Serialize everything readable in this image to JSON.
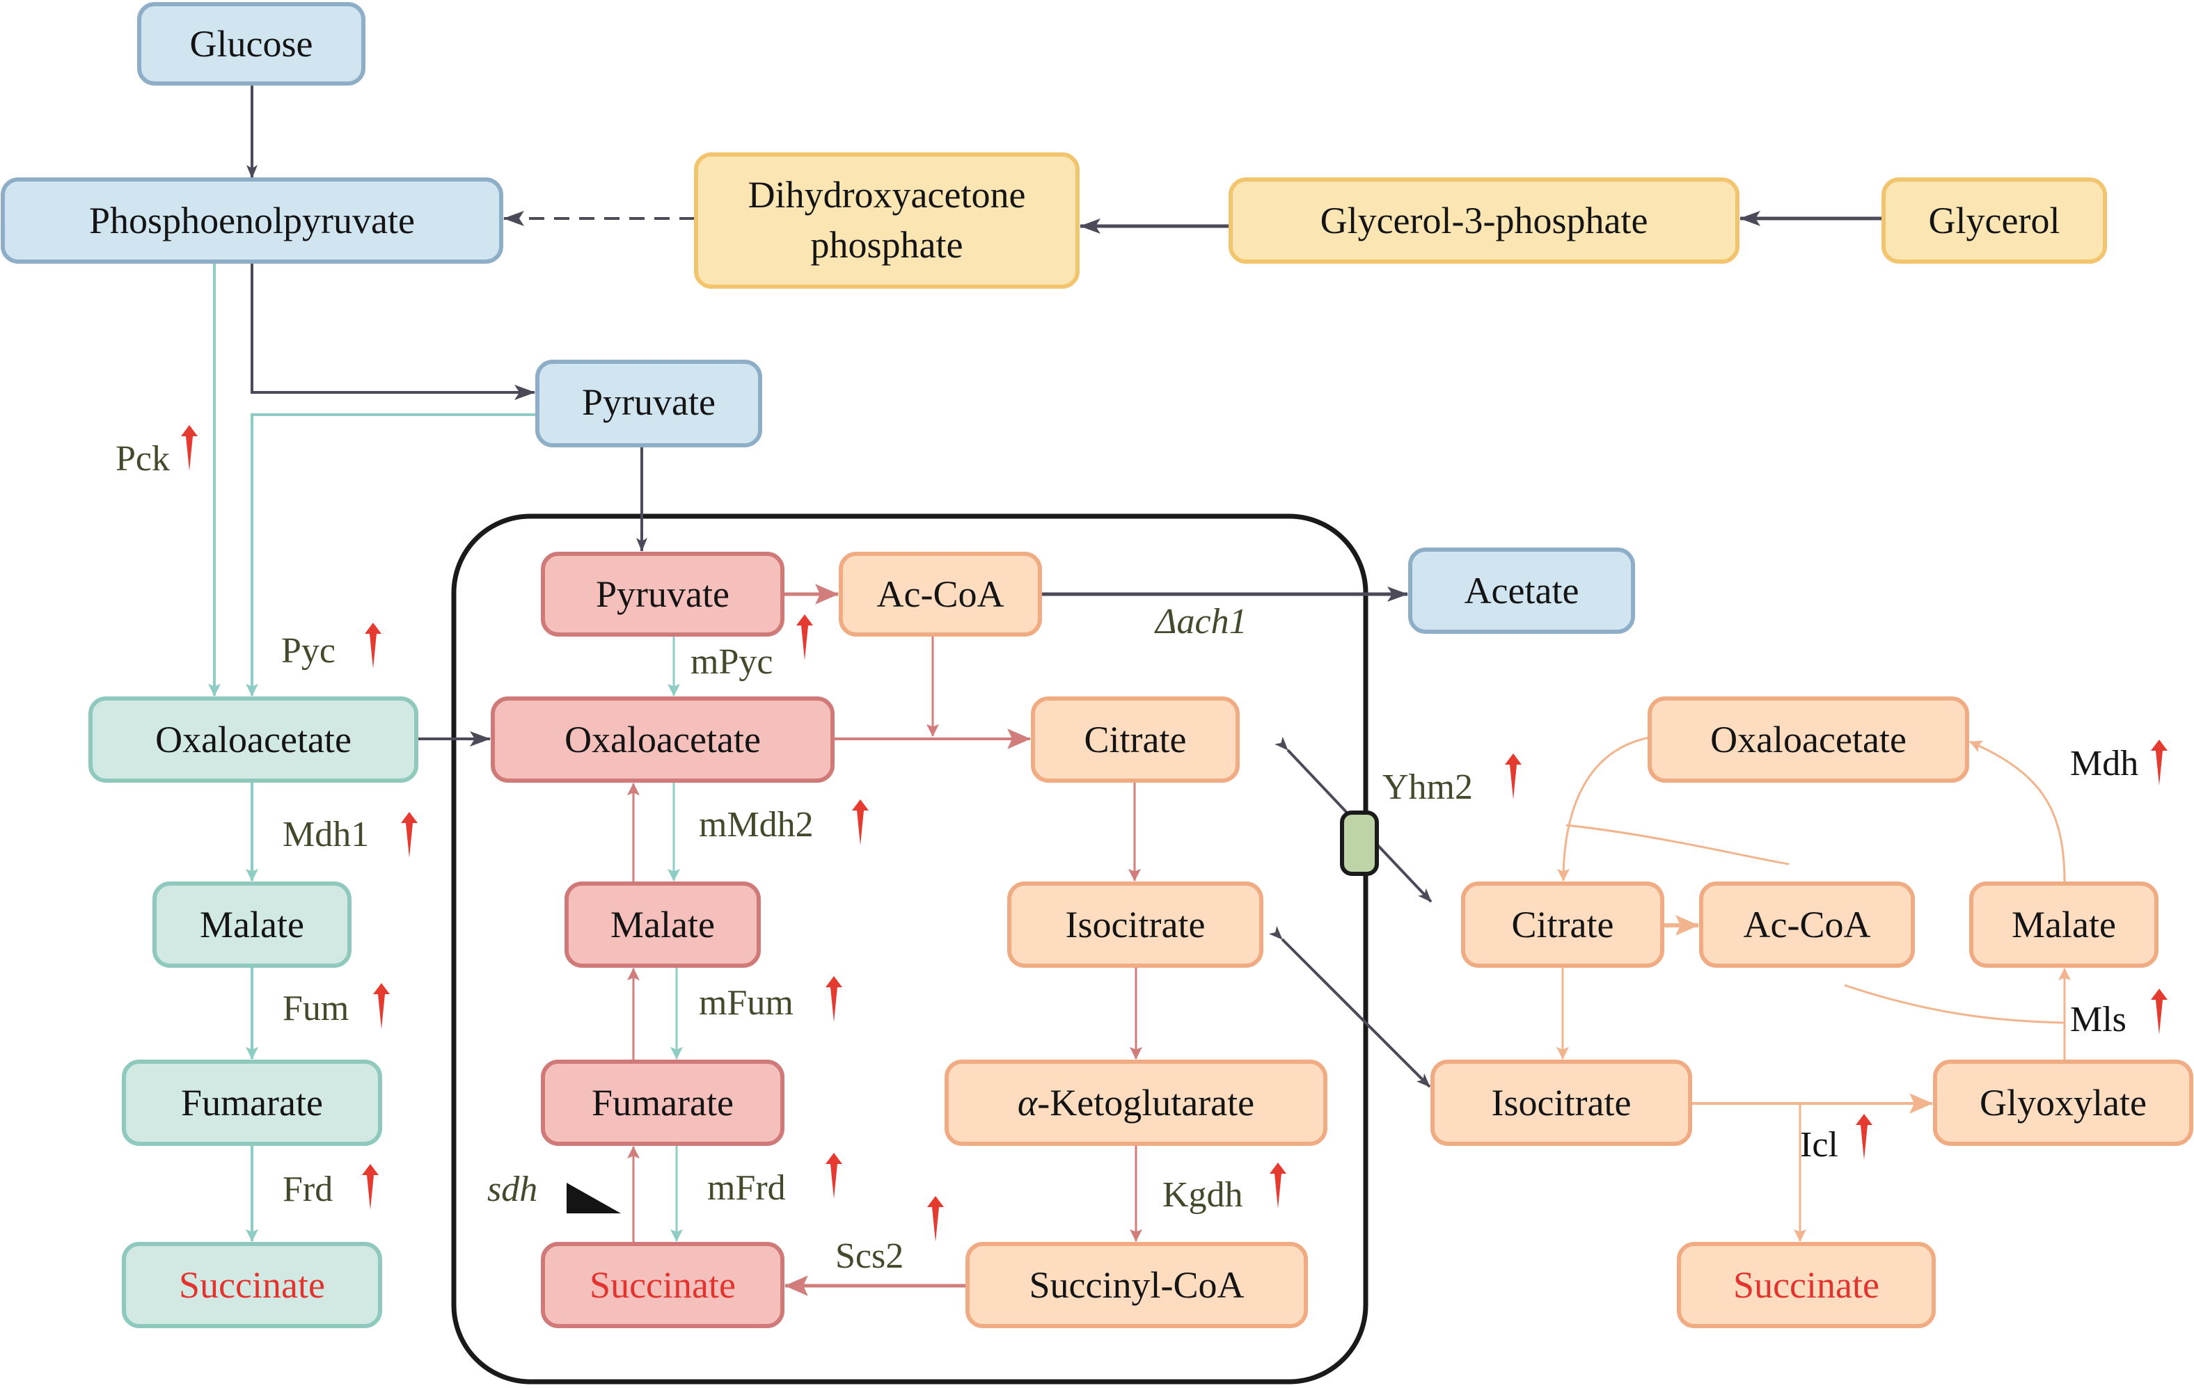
{
  "colors": {
    "blue_fill": "#d1e5f0",
    "blue_stroke": "#8eaec8",
    "yellow_fill": "#fbe6b3",
    "yellow_stroke": "#f3c46e",
    "teal_fill": "#d2e8e3",
    "teal_stroke": "#8fc9bd",
    "pink_fill": "#f5bfbb",
    "pink_stroke": "#cf7a78",
    "peach_fill": "#fddcc0",
    "peach_stroke": "#f0ab82",
    "dark_arrow": "#4a4a58",
    "teal_arrow": "#8fcdc4",
    "pink_arrow": "#d07d7b",
    "peach_arrow": "#f2b48c",
    "up_arrow": "#e53a2f",
    "enzyme_text": "#424a2c",
    "highlight_text": "#e2332e",
    "membrane": "#1a1a1a",
    "transporter_fill": "#bfd4a6"
  },
  "nodes": {
    "glucose": "Glucose",
    "pep": "Phosphoenolpyruvate",
    "dhap_line1": "Dihydroxyacetone",
    "dhap_line2": "phosphate",
    "g3p": "Glycerol-3-phosphate",
    "glycerol": "Glycerol",
    "pyruvate_cyto": "Pyruvate",
    "acetate": "Acetate",
    "oaa_cyto": "Oxaloacetate",
    "malate_cyto": "Malate",
    "fumarate_cyto": "Fumarate",
    "succinate_cyto": "Succinate",
    "pyruvate_mito": "Pyruvate",
    "accoa_mito": "Ac-CoA",
    "oaa_mito": "Oxaloacetate",
    "citrate_mito": "Citrate",
    "malate_mito": "Malate",
    "isocitrate_mito": "Isocitrate",
    "fumarate_mito": "Fumarate",
    "akg_prefix": "α",
    "akg_rest": "-Ketoglutarate",
    "succinate_mito": "Succinate",
    "succoa_mito": "Succinyl-CoA",
    "oaa_glyox": "Oxaloacetate",
    "citrate_glyox": "Citrate",
    "accoa_glyox": "Ac-CoA",
    "malate_glyox": "Malate",
    "isocitrate_glyox": "Isocitrate",
    "glyoxylate_glyox": "Glyoxylate",
    "succinate_glyox": "Succinate"
  },
  "enzymes": {
    "pck": {
      "label": "Pck",
      "regulation": "up"
    },
    "pyc": {
      "label": "Pyc",
      "regulation": "up"
    },
    "mdh1": {
      "label": "Mdh1",
      "regulation": "up"
    },
    "fum": {
      "label": "Fum",
      "regulation": "up"
    },
    "frd": {
      "label": "Frd",
      "regulation": "up"
    },
    "mpyc": {
      "label": "mPyc",
      "regulation": "up"
    },
    "mmdh2": {
      "label": "mMdh2",
      "regulation": "up"
    },
    "mfum": {
      "label": "mFum",
      "regulation": "up"
    },
    "mfrd": {
      "label": "mFrd",
      "regulation": "up"
    },
    "scs2": {
      "label": "Scs2",
      "regulation": "up"
    },
    "kgdh": {
      "label": "Kgdh",
      "regulation": "up"
    },
    "yhm2": {
      "label": "Yhm2",
      "regulation": "up"
    },
    "mdh": {
      "label": "Mdh",
      "regulation": "up"
    },
    "mls": {
      "label": "Mls",
      "regulation": "up"
    },
    "icl": {
      "label": "Icl",
      "regulation": "up"
    },
    "ach1": {
      "label": "Δach1",
      "regulation": "deleted"
    },
    "sdh": {
      "label": "sdh",
      "regulation": "down"
    }
  }
}
